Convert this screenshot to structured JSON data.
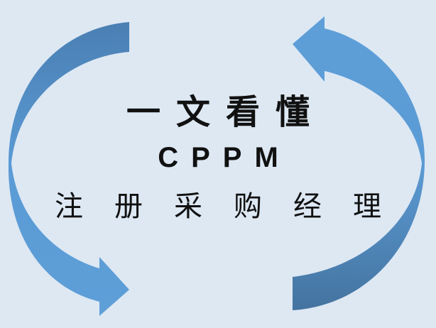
{
  "title": "一文看懂",
  "subtitle": "CPPM",
  "caption": "注册采购经理",
  "colors": {
    "background": "#dde8f3",
    "arrow_light": "#5b9bd5",
    "arrow_dark": "#3f6f9e",
    "text": "#111111"
  }
}
